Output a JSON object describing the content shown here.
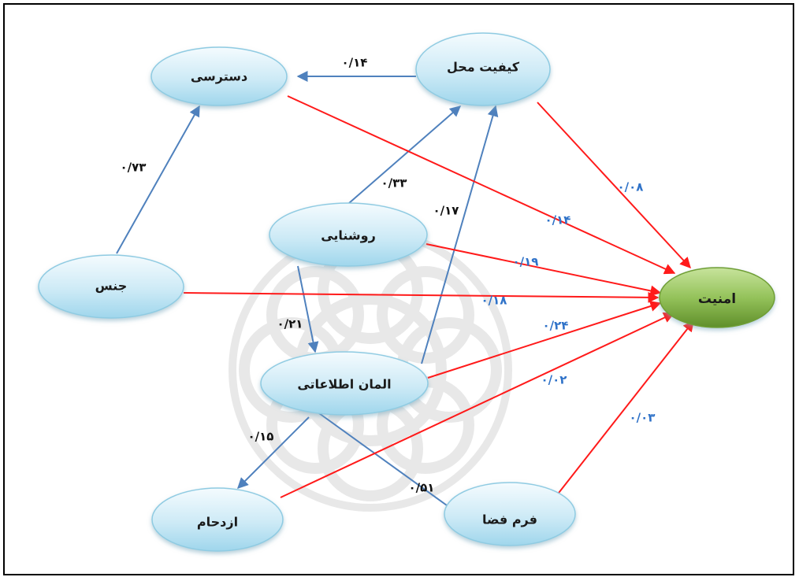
{
  "nodes": {
    "dastresi": "دسترسی",
    "keyfiyat_mahal": "کیفیت محل",
    "roshanayi": "روشنایی",
    "jens": "جنس",
    "alman_etelaati": "المان اطلاعاتی",
    "ezdeham": "ازدحام",
    "form_faza": "فرم فضا",
    "amniyat": "امنیت"
  },
  "edges": [
    {
      "from": "keyfiyat_mahal",
      "to": "dastresi",
      "coef": "۰/۱۴",
      "color": "blue"
    },
    {
      "from": "jens",
      "to": "dastresi",
      "coef": "۰/۷۳",
      "color": "blue"
    },
    {
      "from": "roshanayi",
      "to": "keyfiyat_mahal",
      "coef": "۰/۳۳",
      "color": "blue"
    },
    {
      "from": "alman_etelaati",
      "to": "keyfiyat_mahal",
      "coef": "۰/۱۷",
      "color": "blue"
    },
    {
      "from": "roshanayi",
      "to": "alman_etelaati",
      "coef": "۰/۲۱",
      "color": "blue"
    },
    {
      "from": "alman_etelaati",
      "to": "ezdeham",
      "coef": "۰/۱۵",
      "color": "blue"
    },
    {
      "from": "alman_etelaati",
      "to": "form_faza",
      "coef": "۰/۵۱",
      "color": "blue"
    },
    {
      "from": "keyfiyat_mahal",
      "to": "amniyat",
      "coef": "۰/۰۸",
      "color": "red"
    },
    {
      "from": "dastresi",
      "to": "amniyat",
      "coef": "۰/۱۴",
      "color": "red"
    },
    {
      "from": "roshanayi",
      "to": "amniyat",
      "coef": "۰/۱۹",
      "color": "red"
    },
    {
      "from": "jens",
      "to": "amniyat",
      "coef": "۰/۱۸",
      "color": "red"
    },
    {
      "from": "alman_etelaati",
      "to": "amniyat",
      "coef": "۰/۲۴",
      "color": "red"
    },
    {
      "from": "ezdeham",
      "to": "amniyat",
      "coef": "۰/۰۲",
      "color": "red"
    },
    {
      "from": "form_faza",
      "to": "amniyat",
      "coef": "۰/۰۳",
      "color": "red"
    }
  ],
  "colors": {
    "node_fill_top": "#eaf6fb",
    "node_fill_bottom": "#a9dcef",
    "node_stroke": "#8fcbe2",
    "goal_fill_top": "#b9d98a",
    "goal_fill_bottom": "#6f9e34",
    "blue_arrow": "#4f81bd",
    "red_arrow": "#ff1a1a",
    "coef_blue_text": "#2f72c8"
  }
}
